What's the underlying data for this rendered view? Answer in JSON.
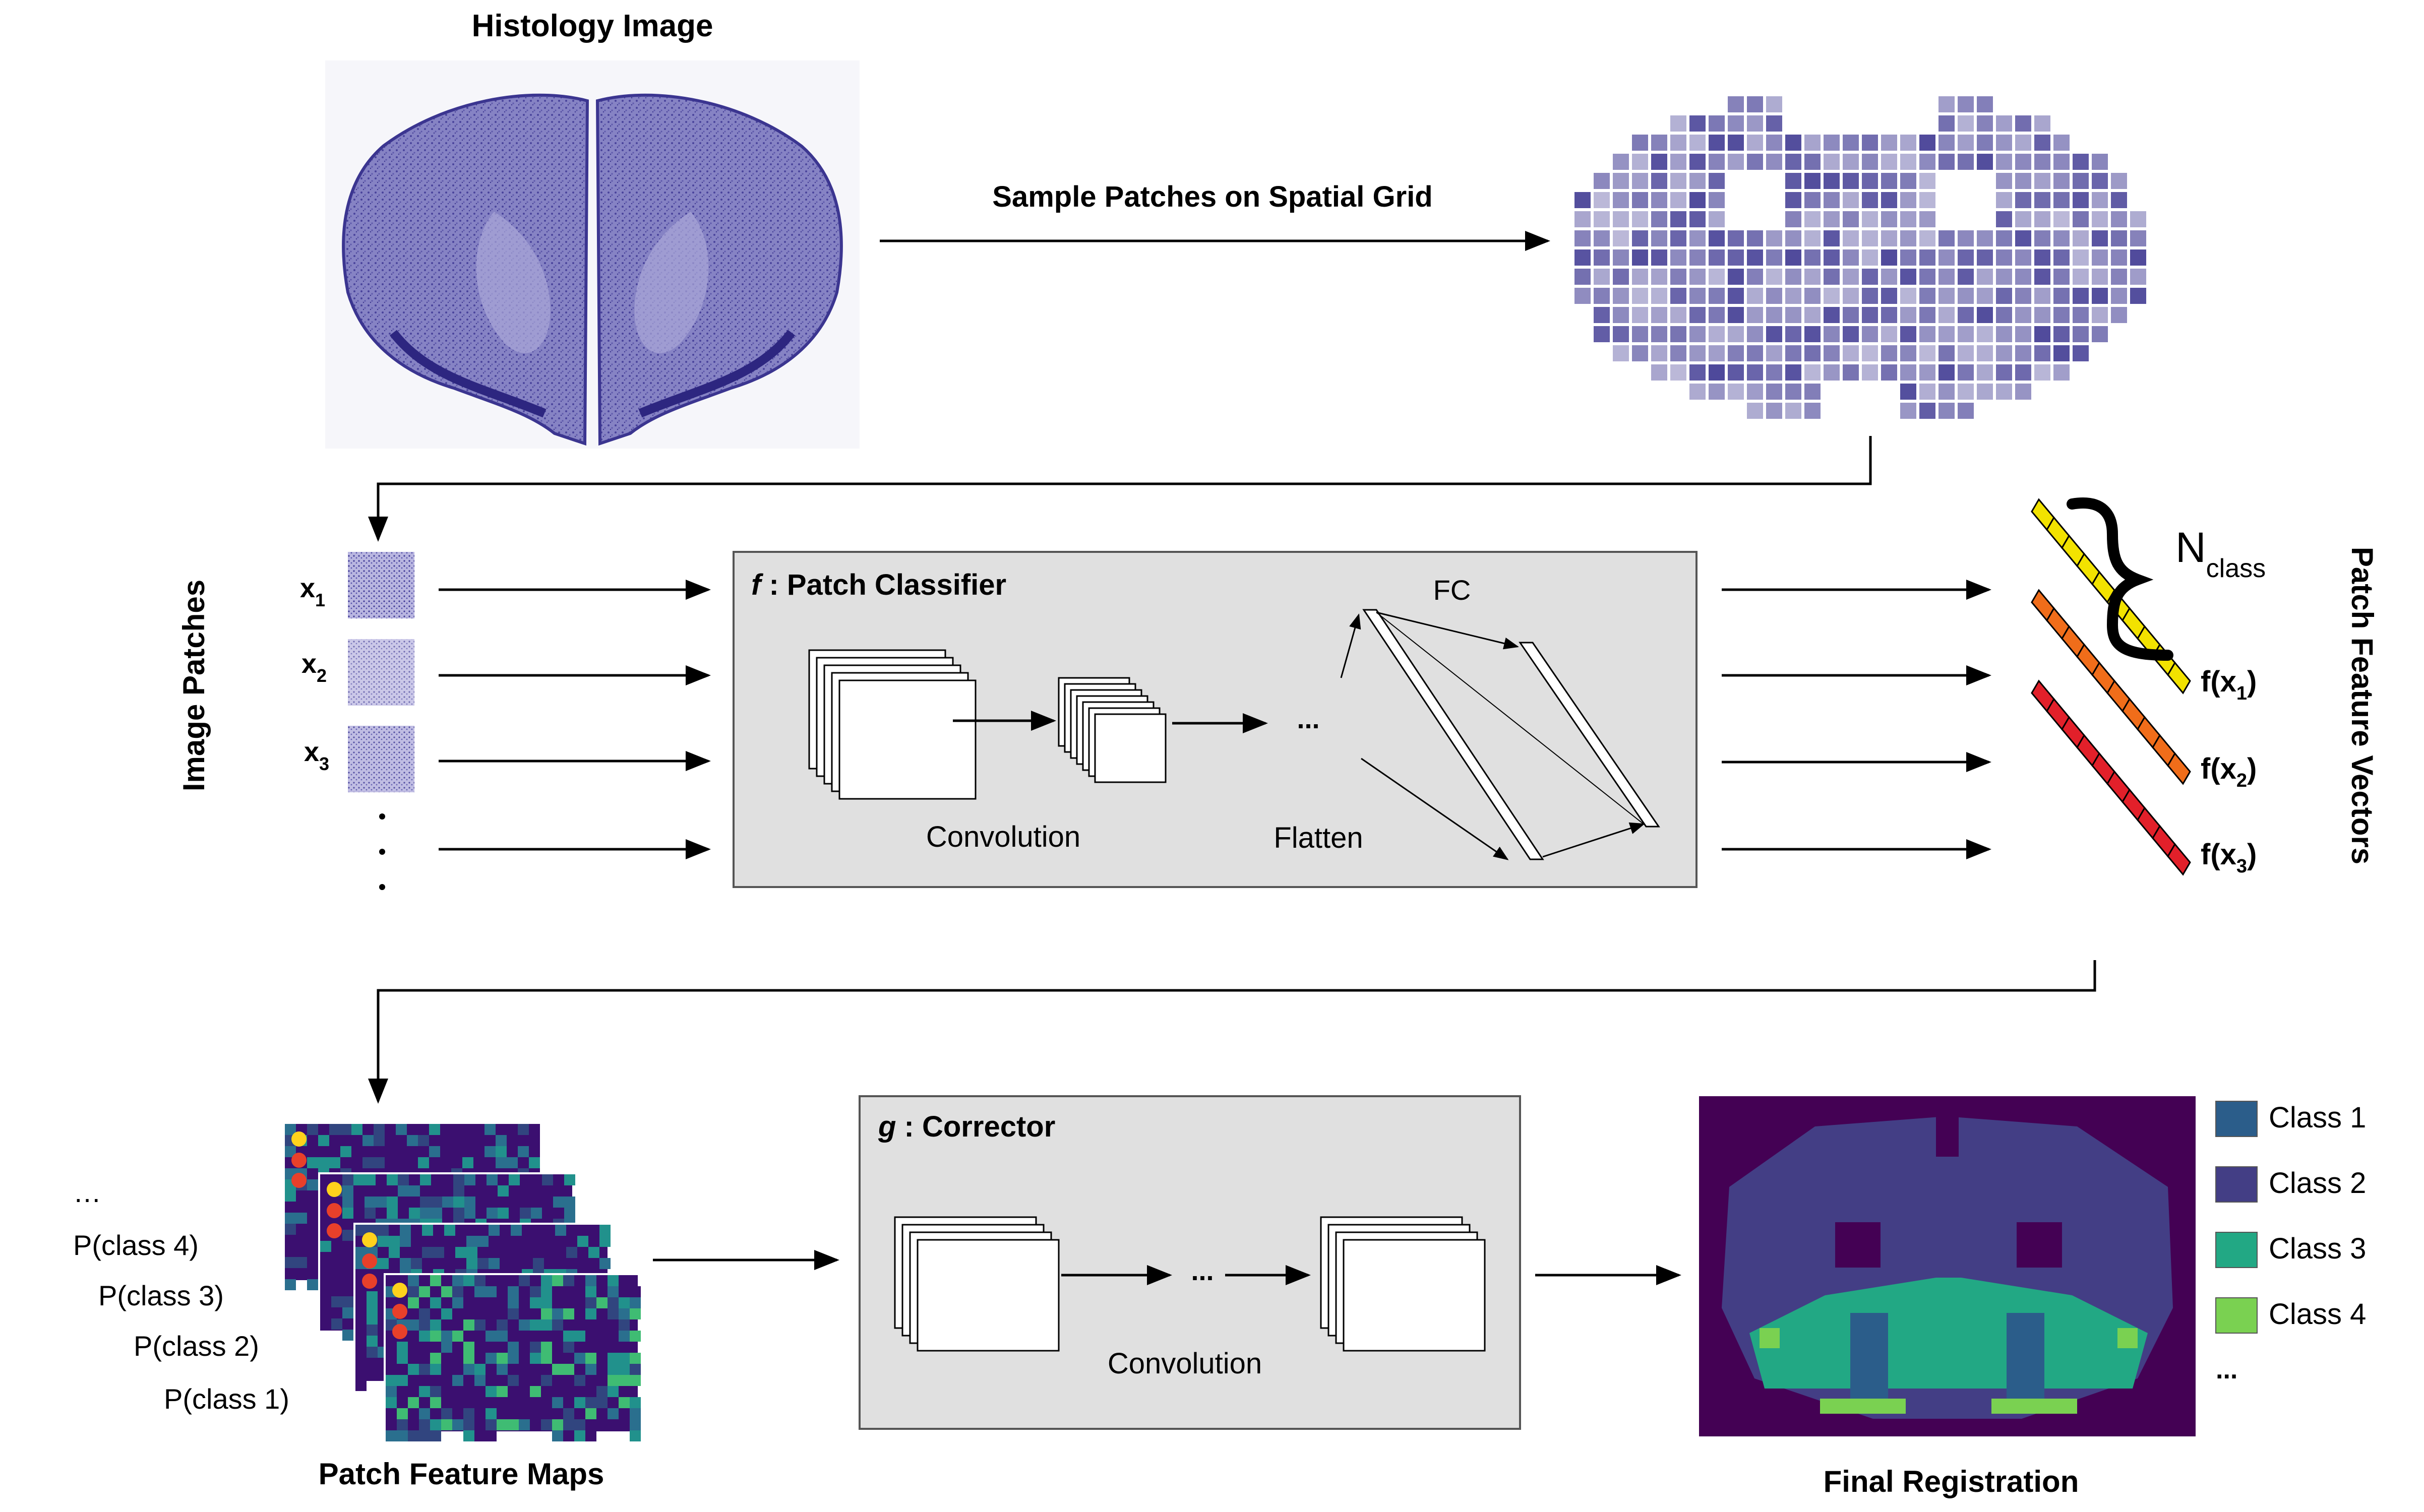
{
  "labels": {
    "histology_title": "Histology Image",
    "sample_arrow": "Sample Patches on Spatial Grid",
    "image_patches": "Image Patches",
    "x1_base": "x",
    "x1_sub": "1",
    "x2_base": "x",
    "x2_sub": "2",
    "x3_base": "x",
    "x3_sub": "3",
    "classifier_f": "f",
    "classifier_title": " : Patch Classifier",
    "classifier_fc": "FC",
    "classifier_dots": "...",
    "classifier_conv": "Convolution",
    "classifier_flatten": "Flatten",
    "nclass_base": "N",
    "nclass_sub": "class",
    "fx_open": "f(x",
    "fx1_sub": "1",
    "fx2_sub": "2",
    "fx3_sub": "3",
    "fx_close": ")",
    "patch_feature_vectors": "Patch Feature Vectors",
    "map_dots": "…",
    "p_class_4": "P(class 4)",
    "p_class_3": "P(class 3)",
    "p_class_2": "P(class 2)",
    "p_class_1": "P(class 1)",
    "patch_feature_maps": "Patch Feature Maps",
    "corrector_g": "g",
    "corrector_title": " : Corrector",
    "corrector_dots": "...",
    "corrector_conv": "Convolution",
    "final_registration": "Final Registration",
    "legend_dots": "..."
  },
  "legend": [
    {
      "label": "Class 1",
      "color": "#2b5d8a"
    },
    {
      "label": "Class 2",
      "color": "#433e85"
    },
    {
      "label": "Class 3",
      "color": "#22a884"
    },
    {
      "label": "Class 4",
      "color": "#7ad151"
    }
  ],
  "colors": {
    "tissue": "#7b78bd",
    "tissue_dark": "#3b3590",
    "panel_fill": "#e0e0e0",
    "vector_1": "#f2e200",
    "vector_2": "#f06d1a",
    "vector_3": "#e2202a",
    "map_bg": "#3b0f70",
    "registration_bg": "#440154",
    "dot_yellow": "#ffd21c",
    "dot_red": "#e8402a"
  }
}
